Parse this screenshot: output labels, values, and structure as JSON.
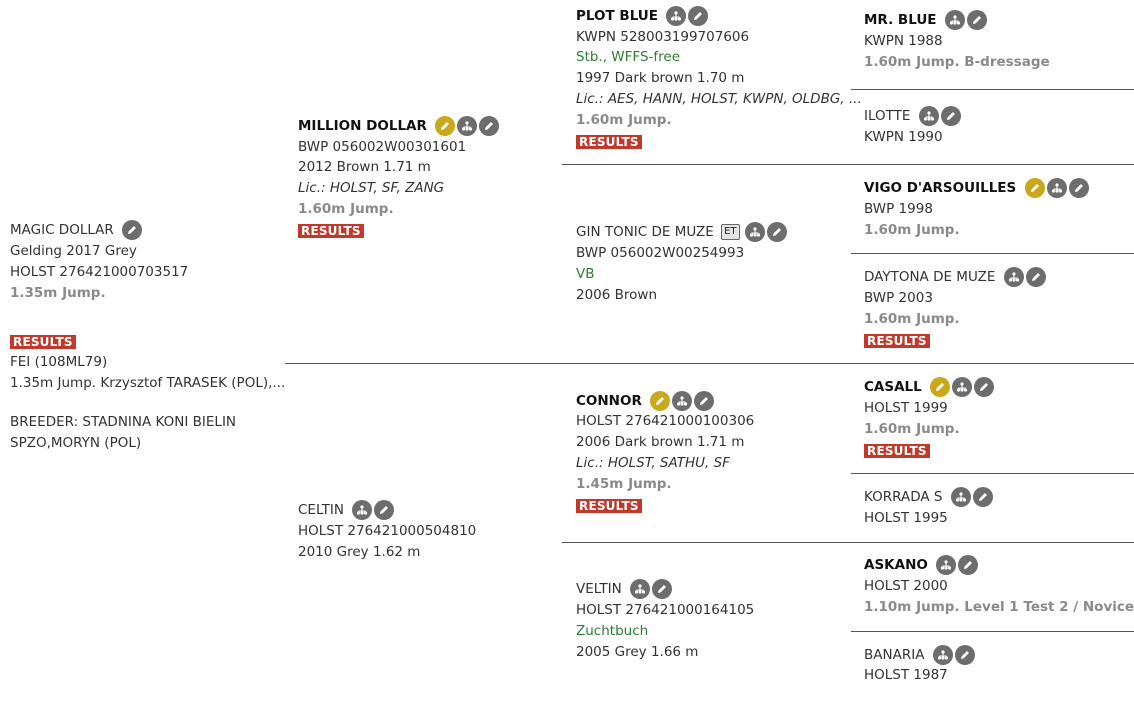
{
  "subject": {
    "name": "MAGIC DOLLAR",
    "line1": "Gelding 2017 Grey",
    "line2": "HOLST 276421000703517",
    "perf": "1.35m Jump.",
    "results": "RESULTS",
    "fei": "FEI (108ML79)",
    "fei_perf": "1.35m Jump. Krzysztof TARASEK (POL),...",
    "breeder_line1": "BREEDER: STADNINA KONI BIELIN",
    "breeder_line2": "SPZO,MORYN (POL)"
  },
  "sire": {
    "name": "MILLION DOLLAR",
    "reg": "BWP 056002W00301601",
    "info": "2012 Brown 1.71 m",
    "lic": "Lic.: HOLST, SF, ZANG",
    "perf": "1.60m Jump.",
    "results": "RESULTS"
  },
  "dam": {
    "name": "CELTIN",
    "reg": "HOLST 276421000504810",
    "info": "2010 Grey 1.62 m"
  },
  "ss": {
    "name": "PLOT BLUE",
    "reg": "KWPN 528003199707606",
    "stb": "Stb., WFFS-free",
    "info": "1997 Dark brown 1.70 m",
    "lic": "Lic.: AES, HANN, HOLST, KWPN, OLDBG, ...",
    "perf": "1.60m Jump.",
    "results": "RESULTS"
  },
  "sd": {
    "name": "GIN TONIC DE MUZE",
    "et": "ET",
    "reg": "BWP 056002W00254993",
    "stb": "VB",
    "info": "2006 Brown"
  },
  "ds": {
    "name": "CONNOR",
    "reg": "HOLST 276421000100306",
    "info": "2006 Dark brown 1.71 m",
    "lic": "Lic.: HOLST, SATHU, SF",
    "perf": "1.45m Jump.",
    "results": "RESULTS"
  },
  "dd": {
    "name": "VELTIN",
    "reg": "HOLST 276421000164105",
    "stb": "Zuchtbuch",
    "info": "2005 Grey 1.66 m"
  },
  "sss": {
    "name": "MR. BLUE",
    "reg": "KWPN 1988",
    "perf": "1.60m Jump. B-dressage"
  },
  "ssd": {
    "name": "ILOTTE",
    "reg": "KWPN 1990"
  },
  "sds": {
    "name": "VIGO D'ARSOUILLES",
    "reg": "BWP 1998",
    "perf": "1.60m Jump."
  },
  "sdd": {
    "name": "DAYTONA DE MUZE",
    "reg": "BWP 2003",
    "perf": "1.60m Jump.",
    "results": "RESULTS"
  },
  "dss": {
    "name": "CASALL",
    "reg": "HOLST 1999",
    "perf": "1.60m Jump.",
    "results": "RESULTS"
  },
  "dsd": {
    "name": "KORRADA S",
    "reg": "HOLST 1995"
  },
  "dds": {
    "name": "ASKANO",
    "reg": "HOLST 2000",
    "perf": "1.10m Jump. Level 1 Test 2 / Novice"
  },
  "ddd": {
    "name": "BANARIA",
    "reg": "HOLST 1987"
  },
  "icons": {
    "pencil": "pencil-icon",
    "tree": "pedigree-tree-icon",
    "key": "licensed-key-icon"
  },
  "colors": {
    "results": "#c0392b",
    "gold": "#c8a81c",
    "icon": "#6d6d6d",
    "studbook": "#2e7d32"
  }
}
